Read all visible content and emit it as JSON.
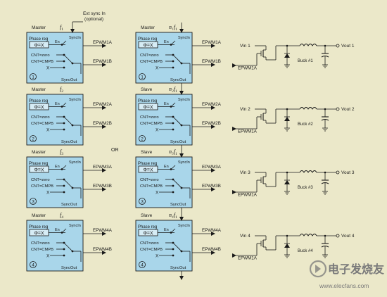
{
  "columns": [
    {
      "modules": [
        {
          "role": "Master",
          "freq": "f",
          "sub": "1",
          "num": "1",
          "pwm_a": "EPWM1A",
          "pwm_b": "EPWM1B"
        },
        {
          "role": "Master",
          "freq": "f",
          "sub": "2",
          "num": "2",
          "pwm_a": "EPWM2A",
          "pwm_b": "EPWM2B"
        },
        {
          "role": "Master",
          "freq": "f",
          "sub": "3",
          "num": "3",
          "pwm_a": "EPWM3A",
          "pwm_b": "EPWM3B"
        },
        {
          "role": "Master",
          "freq": "f",
          "sub": "4",
          "num": "4",
          "pwm_a": "EPWM4A",
          "pwm_b": "EPWM4B"
        }
      ]
    },
    {
      "modules": [
        {
          "role": "Master",
          "freq": "n₁f",
          "sub": "1",
          "num": "1",
          "pwm_a": "EPWM1A",
          "pwm_b": "EPWM1B"
        },
        {
          "role": "Slave",
          "freq": "n₂f",
          "sub": "1",
          "num": "2",
          "pwm_a": "EPWM2A",
          "pwm_b": "EPWM2B"
        },
        {
          "role": "Slave",
          "freq": "n₃f",
          "sub": "1",
          "num": "3",
          "pwm_a": "EPWM3A",
          "pwm_b": "EPWM3B"
        },
        {
          "role": "Slave",
          "freq": "n₄f",
          "sub": "1",
          "num": "4",
          "pwm_a": "EPWM4A",
          "pwm_b": "EPWM4B"
        }
      ]
    }
  ],
  "module_labels": {
    "phase_reg": "Phase reg",
    "phi": "Φ=X",
    "en": "En",
    "sync_in": "SyncIn",
    "sync_out": "SyncOut",
    "cnt_zero": "CNT=zero",
    "cnt_cmpb": "CNT=CMPB",
    "x_mark": "X"
  },
  "ext_sync": {
    "line1": "Ext sync In",
    "line2": "(optional)"
  },
  "or_label": "OR",
  "bucks": [
    {
      "vin": "Vin 1",
      "pwm": "EPWM1A",
      "name": "Buck #1",
      "vout": "Vout 1"
    },
    {
      "vin": "Vin 2",
      "pwm": "EPWM1A",
      "name": "Buck #2",
      "vout": "Vout 2"
    },
    {
      "vin": "Vin 3",
      "pwm": "EPWM1A",
      "name": "Buck #3",
      "vout": "Vout 3"
    },
    {
      "vin": "Vin 4",
      "pwm": "EPWM1A",
      "name": "Buck #4",
      "vout": "Vout 4"
    }
  ],
  "watermark": {
    "cn": "电子发烧友",
    "url": "www.elecfans.com"
  },
  "colors": {
    "background": "#ebe8c9",
    "module_fill": "#a9d6ea",
    "line": "#1a1a1a",
    "watermark": "#7a7a7a"
  }
}
